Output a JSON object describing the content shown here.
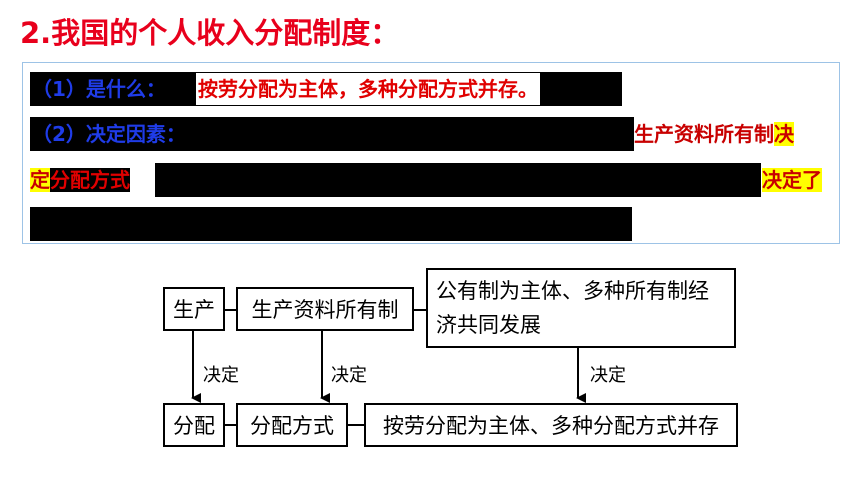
{
  "title": "2.我国的个人收入分配制度：",
  "panel": {
    "line1_prefix": "（1）是什么：",
    "line1_answer": "按劳分配为主体，多种分配方式并存。",
    "line2_prefix": "（2）决定因素：",
    "line2_hl_a": "生产资料所有制",
    "line2_hl_b": "决",
    "line3_hl_a": "定",
    "line3_red": "分配方式",
    "line3_hl_b": "决定了"
  },
  "diagram": {
    "top": [
      "生产",
      "生产资料所有制",
      "公有制为主体、多种所有制经济共同发展"
    ],
    "bottom": [
      "分配",
      "分配方式",
      "按劳分配为主体、多种分配方式并存"
    ],
    "arrow_label": "决定"
  }
}
